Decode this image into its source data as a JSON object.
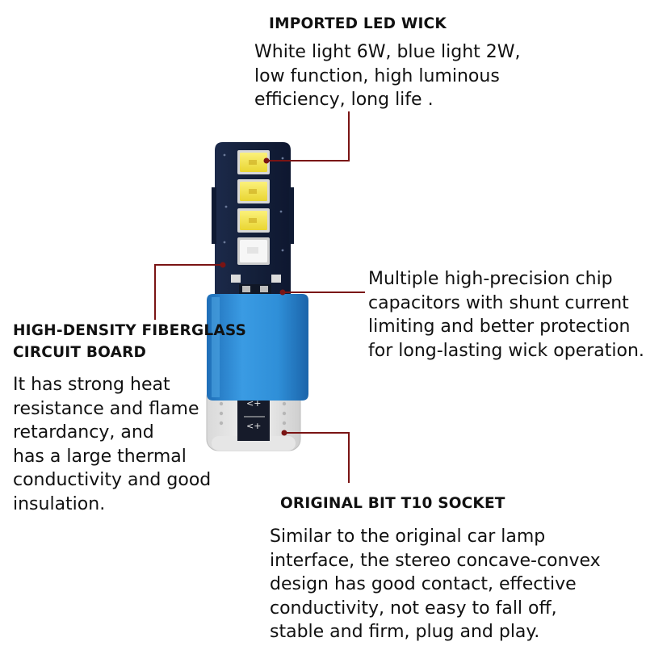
{
  "callouts": {
    "wick": {
      "heading": "IMPORTED LED WICK",
      "lines": [
        "White light 6W, blue light 2W,",
        "low function, high luminous",
        "efficiency, long life ."
      ]
    },
    "capacitors": {
      "lines": [
        "Multiple high-precision chip",
        "capacitors with shunt current",
        "limiting and better protection",
        "for long-lasting wick operation."
      ]
    },
    "board": {
      "heading_lines": [
        "HIGH-DENSITY FIBERGLASS",
        "CIRCUIT BOARD"
      ],
      "lines": [
        "It has strong heat",
        "resistance and flame",
        "retardancy, and",
        "has a large thermal",
        "conductivity and good",
        "insulation."
      ]
    },
    "socket": {
      "heading": "ORIGINAL BIT T10 SOCKET",
      "lines": [
        "Similar to the original car lamp",
        "interface, the stereo concave-convex",
        "design has good contact, effective",
        "conductivity, not easy to fall off,",
        "stable and firm, plug and play."
      ]
    }
  },
  "colors": {
    "leader_line": "#7a1414",
    "board_dark": "#14203a",
    "sleeve_blue": "#2f8fd8",
    "led_yellow": "#f4e24a",
    "led_white": "#f4f4f4"
  }
}
